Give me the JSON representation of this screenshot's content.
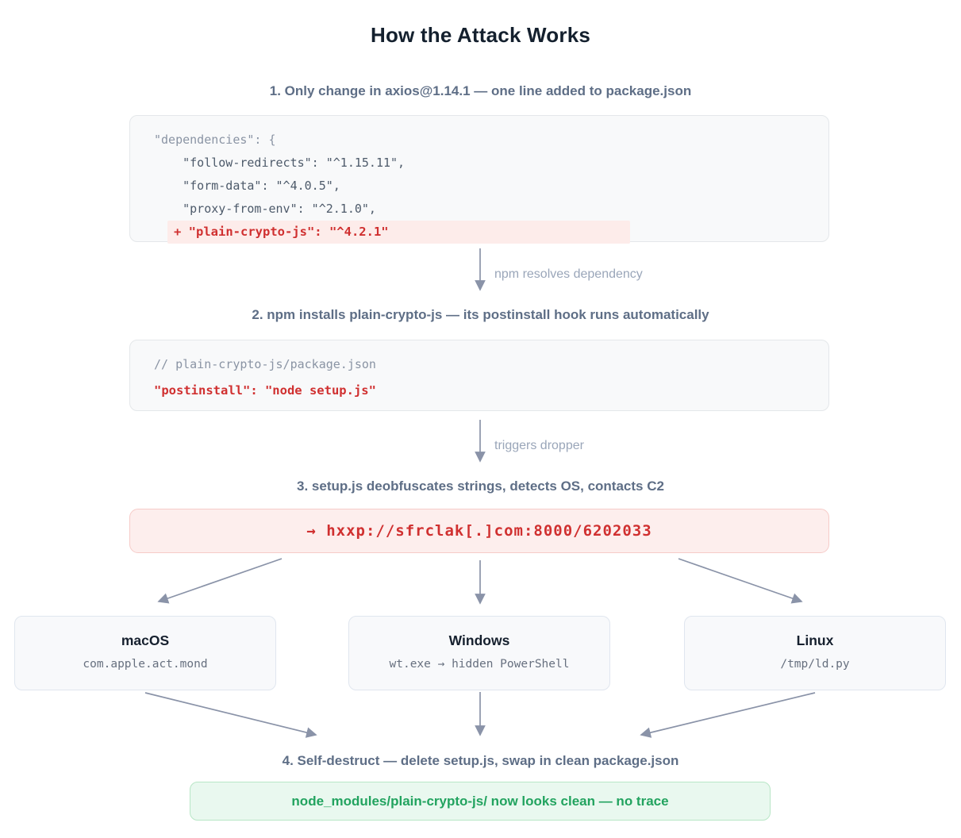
{
  "title": "How the Attack Works",
  "step1": {
    "heading": "1. Only change in axios@1.14.1 — one line added to package.json",
    "code_lines": [
      "\"dependencies\": {",
      "    \"follow-redirects\": \"^1.15.11\",",
      "    \"form-data\": \"^4.0.5\",",
      "    \"proxy-from-env\": \"^2.1.0\","
    ],
    "added_line": "+ \"plain-crypto-js\": \"^4.2.1\""
  },
  "arrow1_label": "npm resolves dependency",
  "step2": {
    "heading": "2. npm installs plain-crypto-js — its postinstall hook runs automatically",
    "comment_line": "// plain-crypto-js/package.json",
    "code_line": "\"postinstall\": \"node setup.js\""
  },
  "arrow2_label": "triggers dropper",
  "step3": {
    "heading": "3. setup.js deobfuscates strings, detects OS, contacts C2",
    "c2_url": "→ hxxp://sfrclak[.]com:8000/6202033"
  },
  "os_targets": [
    {
      "name": "macOS",
      "payload": "com.apple.act.mond"
    },
    {
      "name": "Windows",
      "payload": "wt.exe → hidden PowerShell"
    },
    {
      "name": "Linux",
      "payload": "/tmp/ld.py"
    }
  ],
  "step4": {
    "heading": "4. Self-destruct — delete setup.js, swap in clean package.json",
    "result": "node_modules/plain-crypto-js/ now looks clean — no trace"
  },
  "colors": {
    "title_text": "#14202e",
    "heading_text": "#5e6e86",
    "code_text": "#4d5a6a",
    "code_muted": "#8a94a4",
    "accent_red": "#d03030",
    "highlight_pink_bg": "#fdecea",
    "danger_bg": "#fdeeed",
    "danger_border": "#f6cbc8",
    "success_text": "#22a35f",
    "success_bg": "#e9f8ef",
    "success_border": "#b8e6c6",
    "box_bg": "#f8f9fa",
    "box_border": "#e4e7ea",
    "arrow": "#8a93a8",
    "arrow_label": "#9aa6b9"
  }
}
